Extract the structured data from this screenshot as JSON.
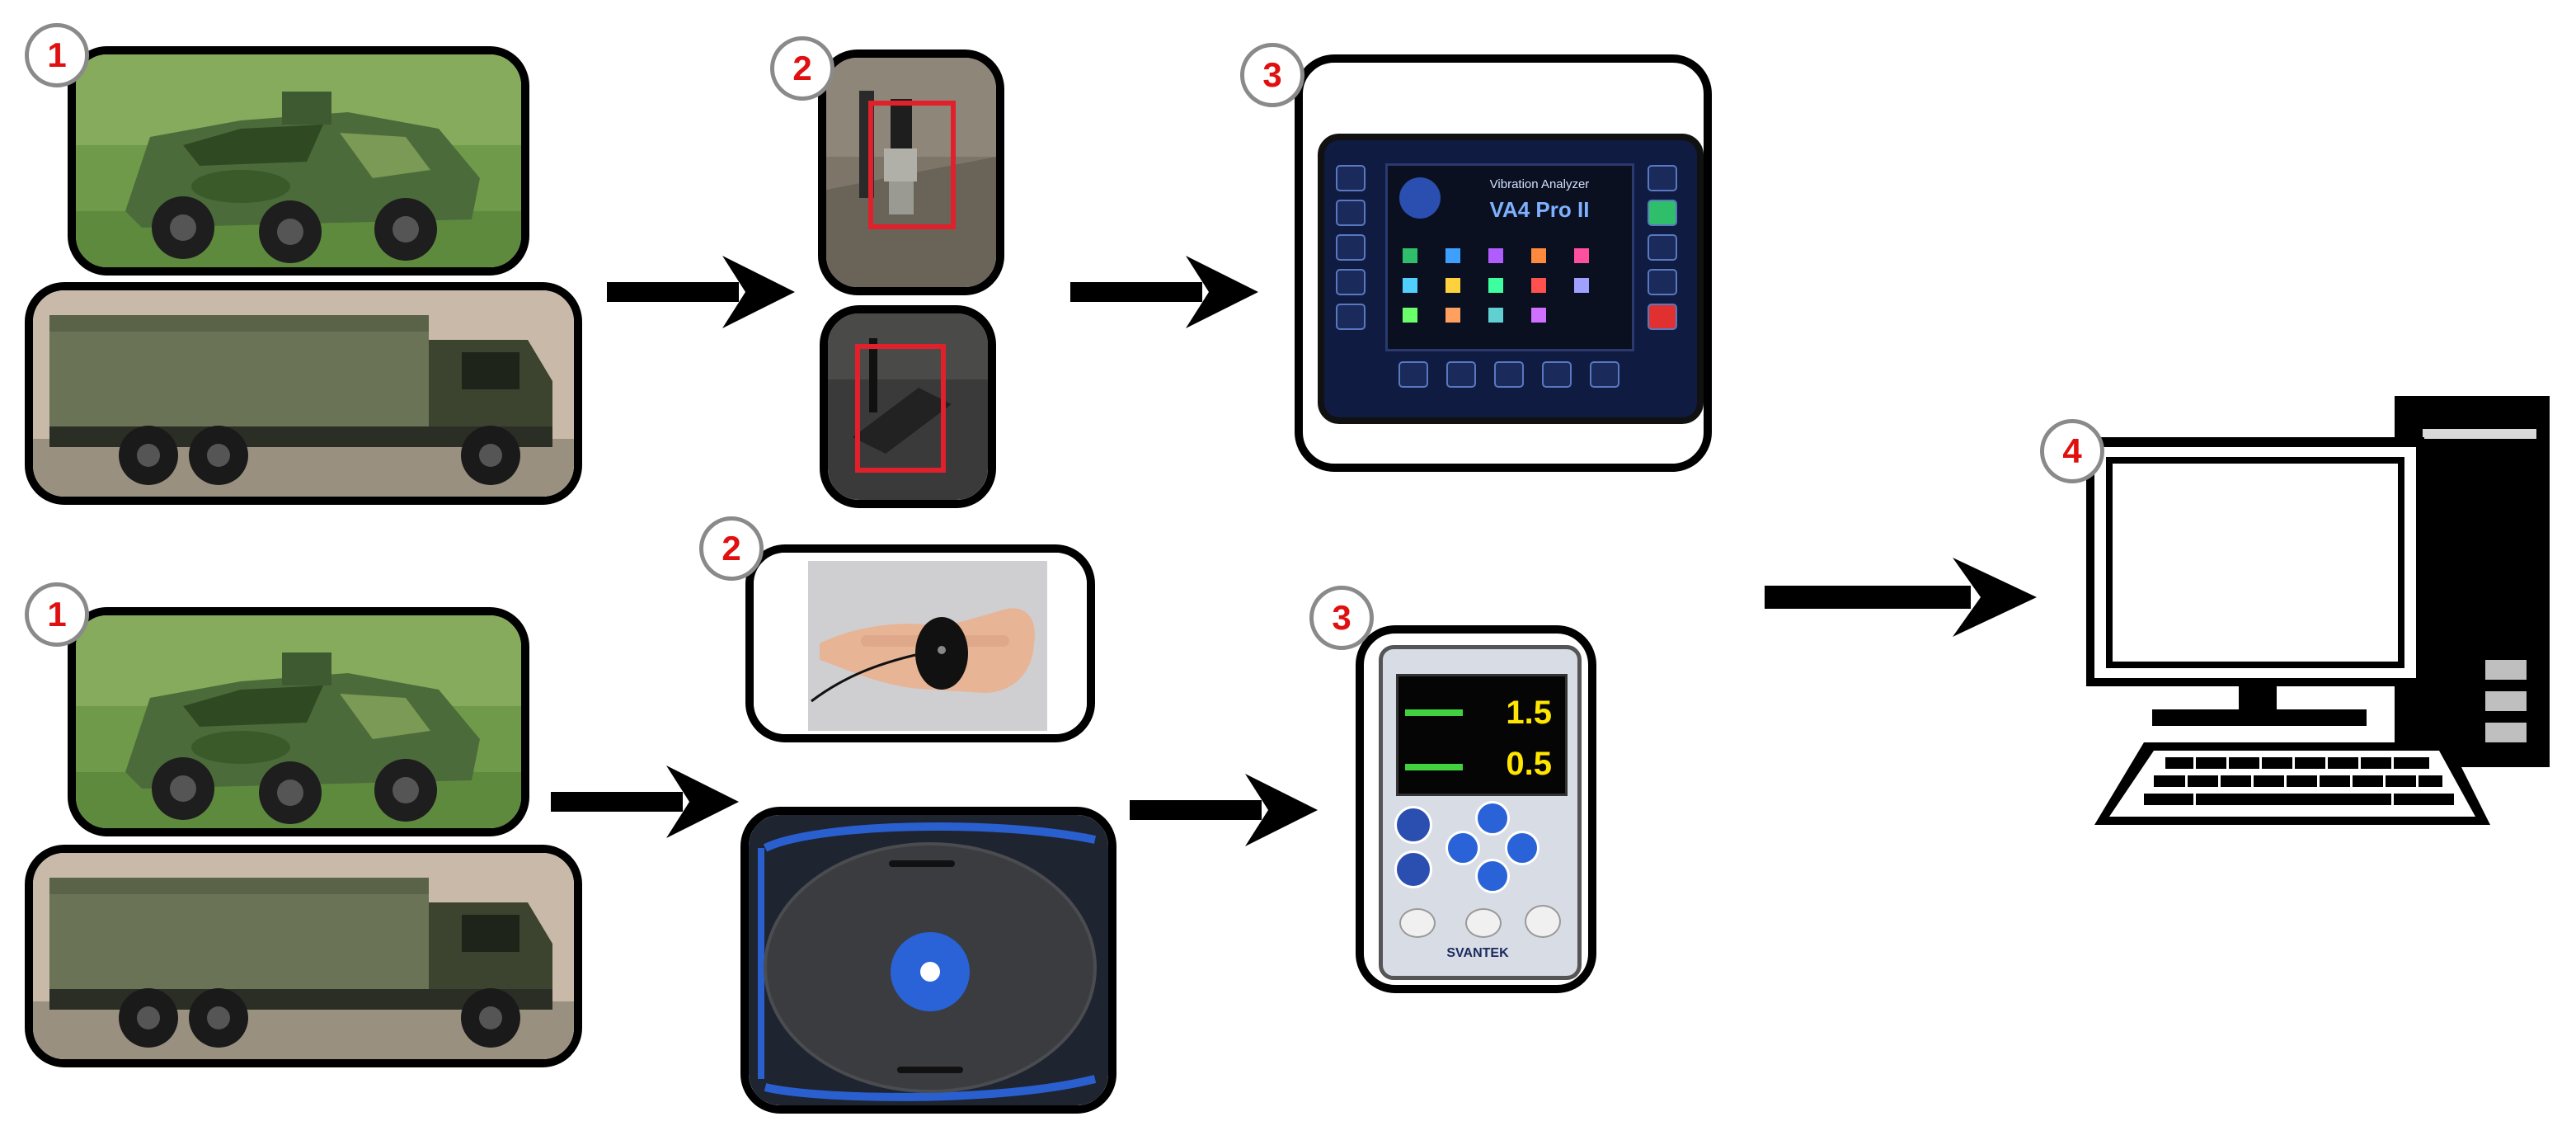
{
  "badges": {
    "vehicles_top": "1",
    "sensors_top": "2",
    "analyzer_top": "3",
    "vehicles_bottom": "1",
    "sensors_bottom": "2",
    "analyzer_bottom": "3",
    "computer": "4"
  },
  "devices": {
    "va4_title": "Vibration Analyzer",
    "va4_model": "VA4 Pro II",
    "svan_value_top": "1.5",
    "svan_value_bottom": "0.5",
    "svan_brand": "SVANTEK"
  },
  "colors": {
    "badge_number": "#e01010",
    "badge_ring": "#8a8a8a",
    "frame": "#000000",
    "arrow": "#000000",
    "highlight": "#e0202a"
  },
  "icons": [
    "armored-vehicle-icon",
    "military-truck-icon",
    "accelerometer-icon",
    "vibration-analyzer-icon",
    "hand-sensor-icon",
    "seat-pad-icon",
    "sound-level-meter-icon",
    "desktop-computer-icon",
    "arrow-right-icon"
  ]
}
